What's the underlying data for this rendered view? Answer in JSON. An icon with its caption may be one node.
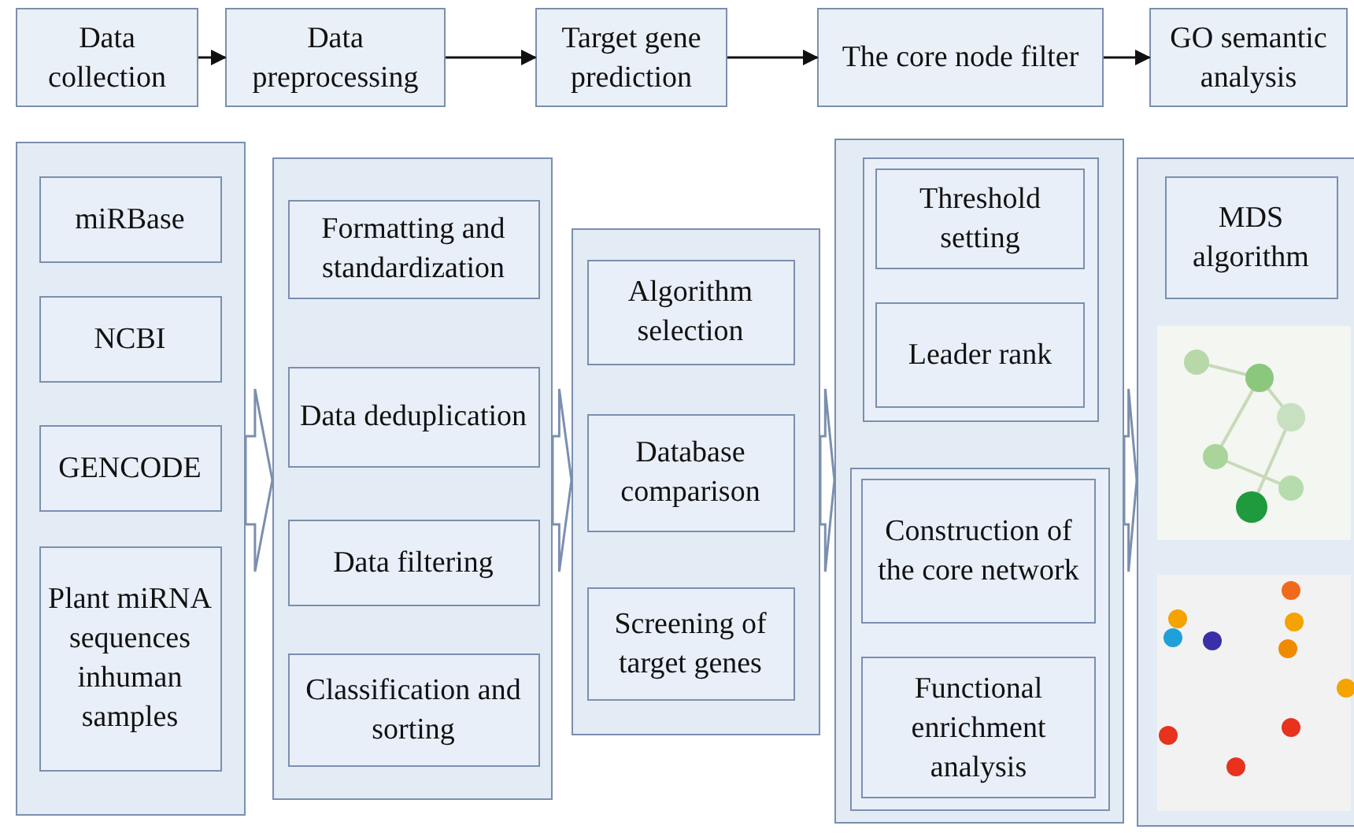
{
  "diagram": {
    "nodes": [
      {
        "text": [
          "Data collection"
        ]
      },
      {
        "text": [
          "Data preprocessing"
        ]
      },
      {
        "text": [
          "Target gene prediction"
        ]
      },
      {
        "text": [
          "The core node filter"
        ]
      },
      {
        "text": [
          "GO semantic analysis"
        ]
      },
      {
        "text": [],
        "shape": "box"
      },
      {
        "text": [
          "miRBase"
        ],
        "in": 5
      },
      {
        "text": [
          "NCBI"
        ],
        "in": 5
      },
      {
        "text": [
          "GENCODE"
        ],
        "in": 5
      },
      {
        "text": [
          "Plant miRNA sequences inhuman samples"
        ],
        "in": 5
      },
      {
        "text": [],
        "shape": "box"
      },
      {
        "text": [
          "Formatting and standardization"
        ],
        "in": 10
      },
      {
        "text": [
          "Data deduplication"
        ],
        "in": 10
      },
      {
        "text": [
          "Data filtering"
        ],
        "in": 10
      },
      {
        "text": [
          "Classification and sorting"
        ],
        "in": 10
      },
      {
        "text": [],
        "shape": "box"
      },
      {
        "text": [
          "Algorithm selection"
        ],
        "in": 15
      },
      {
        "text": [
          "Database comparison"
        ],
        "in": 15
      },
      {
        "text": [
          "Screening of target genes"
        ],
        "in": 15
      },
      {
        "text": [],
        "shape": "box"
      },
      {
        "text": [],
        "shape": "box",
        "in": 19
      },
      {
        "text": [
          "Threshold setting"
        ],
        "in": 20
      },
      {
        "text": [
          "Leader rank"
        ],
        "in": 20
      },
      {
        "text": [],
        "shape": "box",
        "in": 19
      },
      {
        "text": [
          "Construction of the core network"
        ],
        "in": 23
      },
      {
        "text": [
          "Functional enrichment analysis"
        ],
        "in": 23
      },
      {
        "text": [],
        "shape": "box"
      },
      {
        "text": [
          "MDS algorithm"
        ],
        "in": 26
      }
    ],
    "edges": [
      {
        "from": 0,
        "to": 1,
        "arrow": "to"
      },
      {
        "from": 1,
        "to": 2,
        "arrow": "to"
      },
      {
        "from": 2,
        "to": 3,
        "arrow": "to"
      },
      {
        "from": 3,
        "to": 4,
        "arrow": "to"
      },
      {
        "from": 5,
        "to": 10,
        "arrow": "to"
      },
      {
        "from": 10,
        "to": 15,
        "arrow": "to"
      },
      {
        "from": 15,
        "to": 19,
        "arrow": "to"
      },
      {
        "from": 19,
        "to": 26,
        "arrow": "to"
      }
    ]
  }
}
